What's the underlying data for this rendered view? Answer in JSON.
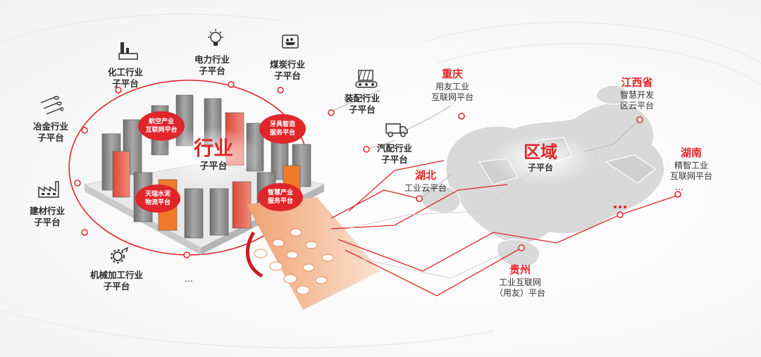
{
  "industry_core": {
    "title": "行业",
    "subtitle": "子平台"
  },
  "region_core": {
    "title": "区域",
    "subtitle": "子平台"
  },
  "bubbles": [
    {
      "l1": "航空产业",
      "l2": "互联网平台"
    },
    {
      "l1": "牙具智造",
      "l2": "服务平台"
    },
    {
      "l1": "天瑞水泥",
      "l2": "物流平台"
    },
    {
      "l1": "智慧产业",
      "l2": "服务平台"
    }
  ],
  "industries": [
    {
      "l1": "电力行业",
      "l2": "子平台",
      "icon": "lightbulb-icon"
    },
    {
      "l1": "煤炭行业",
      "l2": "子平台",
      "icon": "mine-cart-icon"
    },
    {
      "l1": "化工行业",
      "l2": "子平台",
      "icon": "factory-chimney-icon"
    },
    {
      "l1": "装配行业",
      "l2": "子平台",
      "icon": "conveyor-icon"
    },
    {
      "l1": "冶金行业",
      "l2": "子平台",
      "icon": "pipes-icon"
    },
    {
      "l1": "汽配行业",
      "l2": "子平台",
      "icon": "truck-icon"
    },
    {
      "l1": "建材行业",
      "l2": "子平台",
      "icon": "factory-icon"
    },
    {
      "l1": "机械加工行业",
      "l2": "子平台",
      "icon": "gear-wrench-icon"
    }
  ],
  "industry_more": "...",
  "regions": [
    {
      "name": "重庆",
      "l1": "用友工业",
      "l2": "互联网平台",
      "l3": ""
    },
    {
      "name": "江西省",
      "l1": "智慧开发",
      "l2": "区云平台",
      "l3": ""
    },
    {
      "name": "湖北",
      "l1": "工业云平台",
      "l2": "",
      "l3": ""
    },
    {
      "name": "湖南",
      "l1": "精智工业",
      "l2": "互联网平台",
      "l3": ""
    },
    {
      "name": "贵州",
      "l1": "工业互联网",
      "l2": "（用友）平台",
      "l3": ""
    }
  ],
  "region_more": "...",
  "colors": {
    "accent": "#e0262a",
    "text": "#2b2b2b",
    "map": "#d9d9d9",
    "server": "#8c8c8c",
    "orange": "#f07a2a"
  }
}
